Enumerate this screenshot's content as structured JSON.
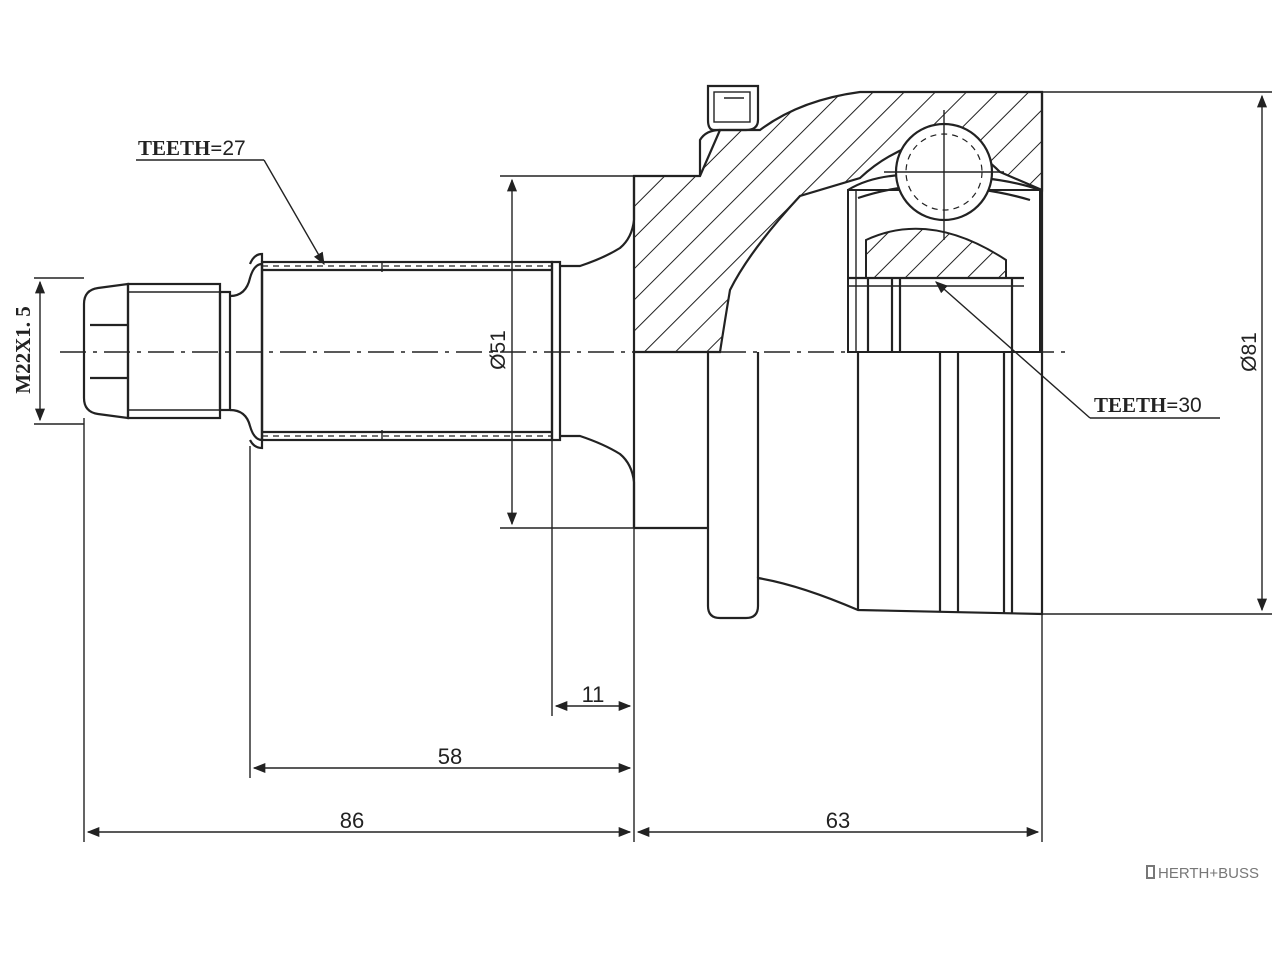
{
  "thread": "M22X1. 5",
  "spline_outer": {
    "label": "TEETH",
    "separator": "=",
    "count": "27"
  },
  "spline_inner": {
    "label": "TEETH",
    "separator": "=",
    "count": "30"
  },
  "dimensions": {
    "shaft_diameter": "Ø51",
    "bell_diameter": "Ø81",
    "d11": "11",
    "d58": "58",
    "d86": "86",
    "d63": "63"
  },
  "brand": {
    "icon": "herth-buss-logo-icon",
    "text": "HERTH+BUSS"
  }
}
